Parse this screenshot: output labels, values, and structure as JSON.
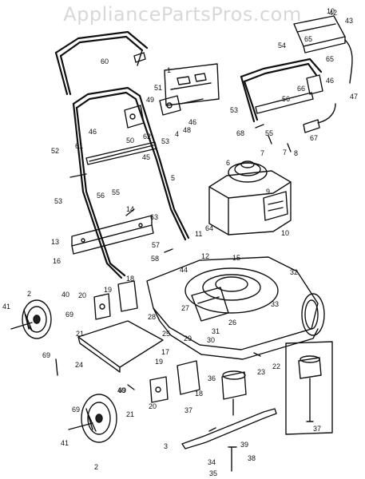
{
  "watermark": "AppliancePartsPros.com",
  "parts": [
    {
      "n": "1"
    },
    {
      "n": "2"
    },
    {
      "n": "2"
    },
    {
      "n": "3"
    },
    {
      "n": "4"
    },
    {
      "n": "5"
    },
    {
      "n": "6"
    },
    {
      "n": "7"
    },
    {
      "n": "7"
    },
    {
      "n": "8"
    },
    {
      "n": "9"
    },
    {
      "n": "10"
    },
    {
      "n": "10"
    },
    {
      "n": "11"
    },
    {
      "n": "12"
    },
    {
      "n": "13"
    },
    {
      "n": "14"
    },
    {
      "n": "15"
    },
    {
      "n": "16"
    },
    {
      "n": "17"
    },
    {
      "n": "18"
    },
    {
      "n": "18"
    },
    {
      "n": "19"
    },
    {
      "n": "19"
    },
    {
      "n": "20"
    },
    {
      "n": "20"
    },
    {
      "n": "21"
    },
    {
      "n": "21"
    },
    {
      "n": "22"
    },
    {
      "n": "23"
    },
    {
      "n": "24"
    },
    {
      "n": "25"
    },
    {
      "n": "26"
    },
    {
      "n": "27"
    },
    {
      "n": "28"
    },
    {
      "n": "29"
    },
    {
      "n": "30"
    },
    {
      "n": "31"
    },
    {
      "n": "32"
    },
    {
      "n": "33"
    },
    {
      "n": "34"
    },
    {
      "n": "35"
    },
    {
      "n": "36"
    },
    {
      "n": "37"
    },
    {
      "n": "37"
    },
    {
      "n": "38"
    },
    {
      "n": "39"
    },
    {
      "n": "40"
    },
    {
      "n": "40"
    },
    {
      "n": "41"
    },
    {
      "n": "41"
    },
    {
      "n": "42"
    },
    {
      "n": "43"
    },
    {
      "n": "44"
    },
    {
      "n": "45"
    },
    {
      "n": "46"
    },
    {
      "n": "46"
    },
    {
      "n": "46"
    },
    {
      "n": "47"
    },
    {
      "n": "48"
    },
    {
      "n": "49"
    },
    {
      "n": "50"
    },
    {
      "n": "51"
    },
    {
      "n": "52"
    },
    {
      "n": "53"
    },
    {
      "n": "53"
    },
    {
      "n": "53"
    },
    {
      "n": "54"
    },
    {
      "n": "55"
    },
    {
      "n": "55"
    },
    {
      "n": "56"
    },
    {
      "n": "56"
    },
    {
      "n": "57"
    },
    {
      "n": "58"
    },
    {
      "n": "60"
    },
    {
      "n": "61"
    },
    {
      "n": "62"
    },
    {
      "n": "63"
    },
    {
      "n": "64"
    },
    {
      "n": "65"
    },
    {
      "n": "65"
    },
    {
      "n": "66"
    },
    {
      "n": "67"
    },
    {
      "n": "68"
    },
    {
      "n": "69"
    },
    {
      "n": "69"
    },
    {
      "n": "69"
    },
    {
      "n": "69"
    }
  ]
}
